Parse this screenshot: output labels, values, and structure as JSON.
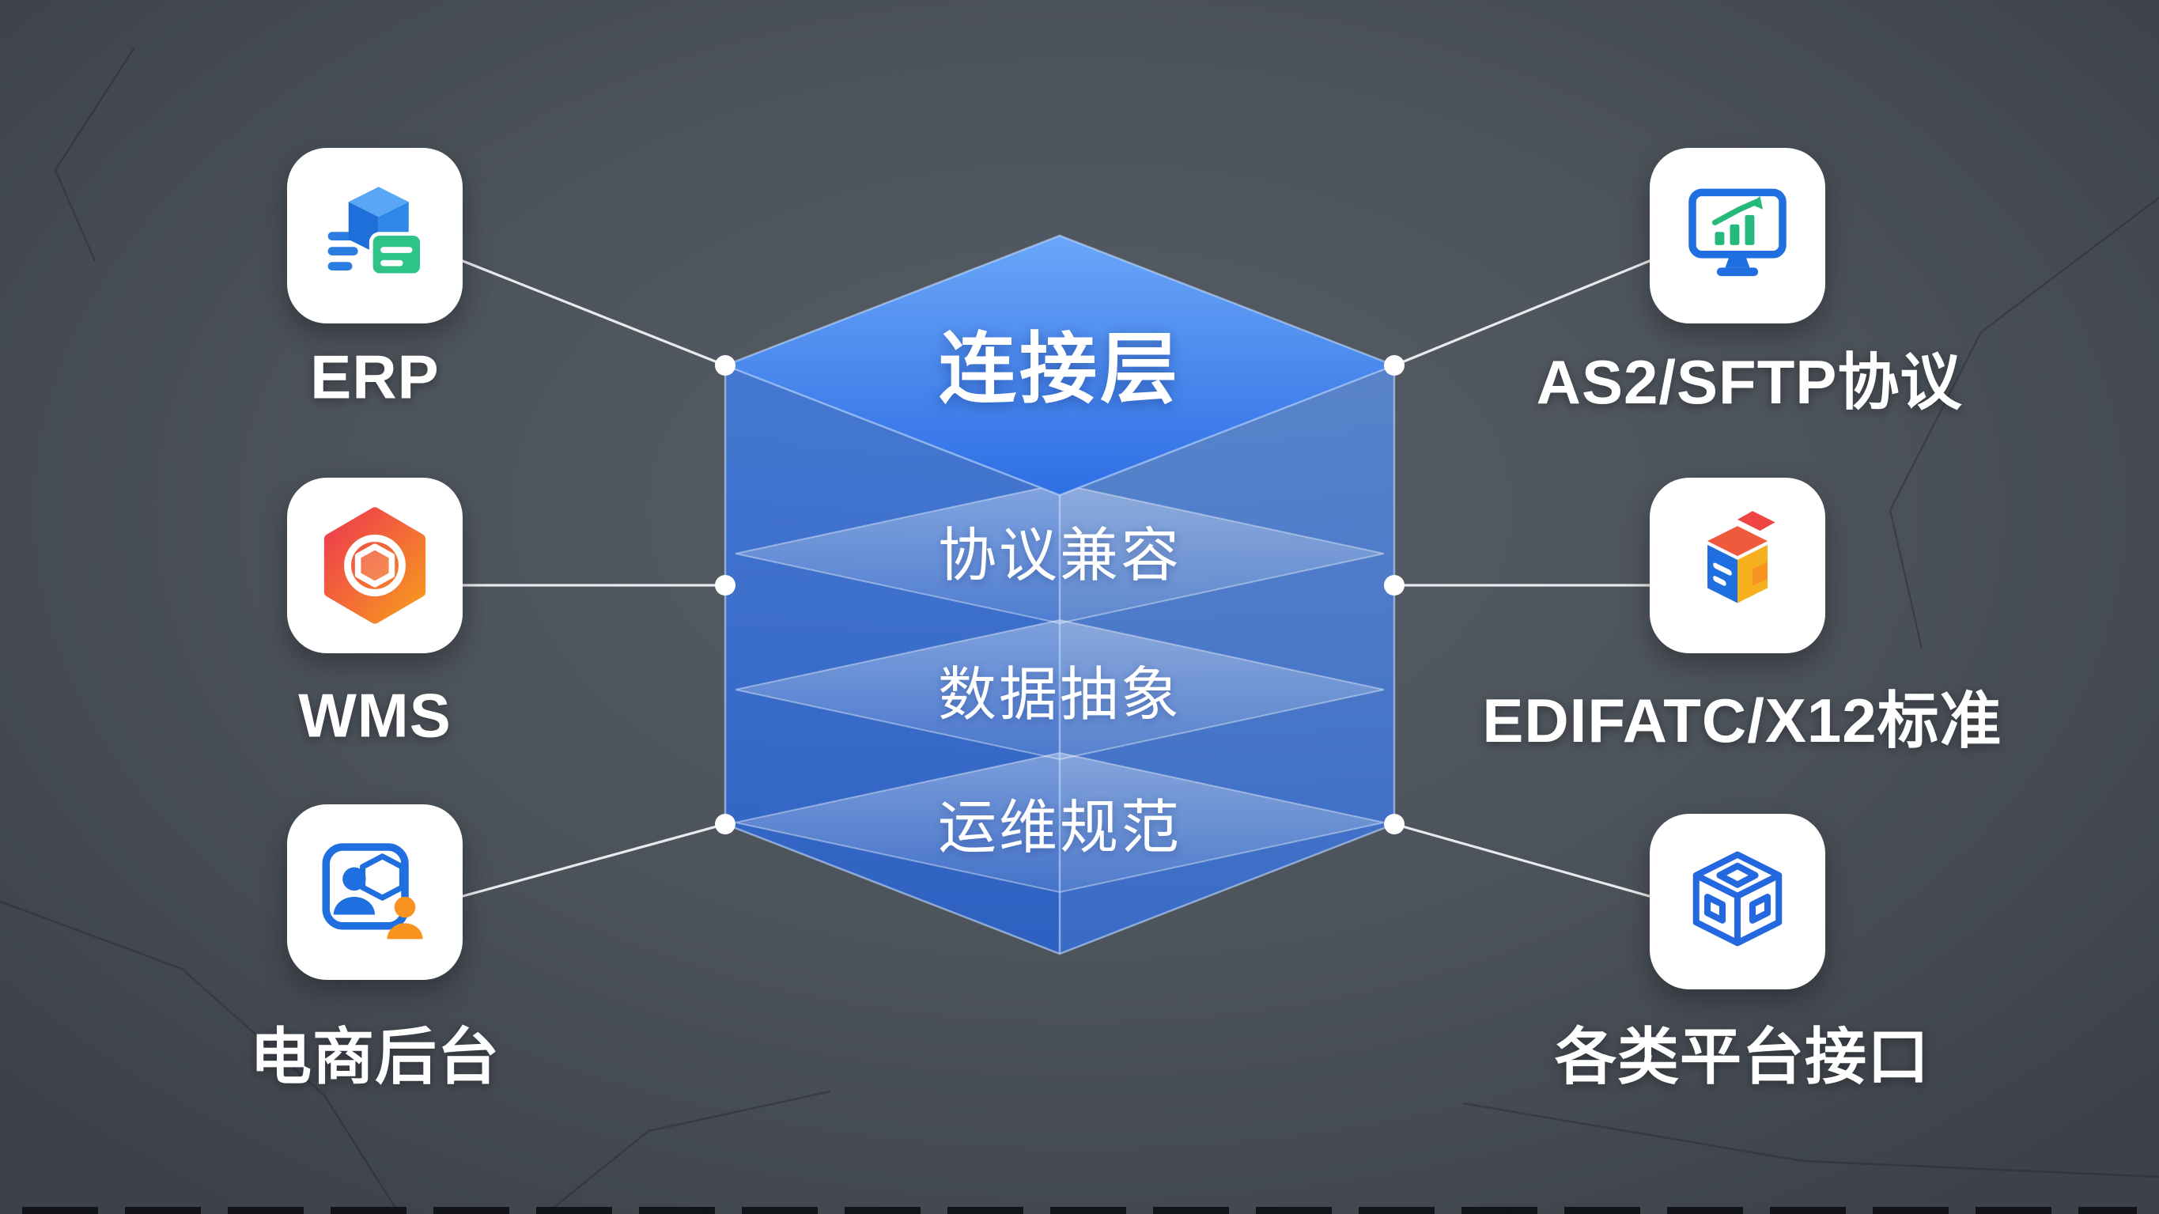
{
  "diagram": {
    "cube": {
      "title": "连接层",
      "layers": [
        "协议兼容",
        "数据抽象",
        "运维规范"
      ]
    },
    "left_nodes": [
      {
        "label": "ERP",
        "icon": "erp-cube-icon"
      },
      {
        "label": "WMS",
        "icon": "wms-hexagon-icon"
      },
      {
        "label": "电商后台",
        "icon": "ecommerce-users-icon"
      }
    ],
    "right_nodes": [
      {
        "label": "AS2/SFTP协议",
        "icon": "monitor-chart-icon"
      },
      {
        "label": "EDIFATC/X12标准",
        "icon": "colored-cube-icon"
      },
      {
        "label": "各类平台接口",
        "icon": "wireframe-cube-icon"
      }
    ],
    "colors": {
      "background": "#4e545c",
      "cube_blue": "#2f6fe3",
      "connector_line": "#f5f7fa",
      "card": "#ffffff",
      "text": "#ffffff"
    }
  }
}
